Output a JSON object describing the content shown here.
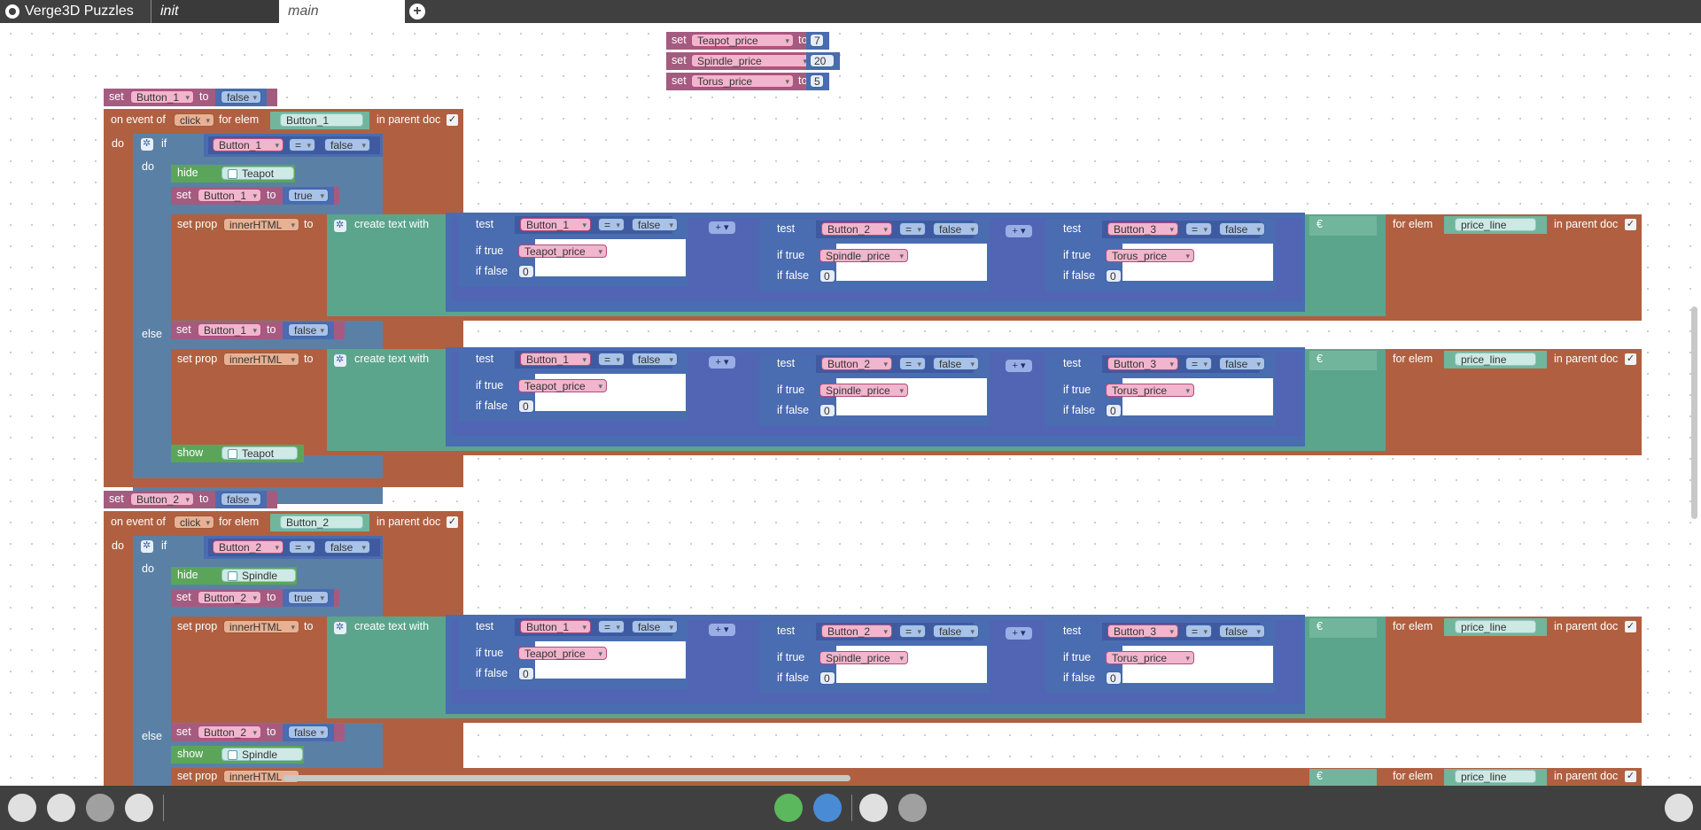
{
  "app": {
    "title": "Verge3D Puzzles",
    "tabs": [
      {
        "label": "init"
      },
      {
        "label": "main"
      }
    ]
  },
  "labels": {
    "set": "set",
    "to": "to",
    "on_event_of": "on event of",
    "for_elem": "for elem",
    "in_parent_doc": "in parent doc",
    "do": "do",
    "else": "else",
    "if": "if",
    "hide": "hide",
    "show": "show",
    "set_prop": "set prop",
    "create_text_with": "create text with",
    "test": "test",
    "if_true": "if true",
    "if_false": "if false",
    "eq": "=",
    "plus": "+",
    "check": "✓"
  },
  "vars": {
    "teapot_price": "Teapot_price",
    "spindle_price": "Spindle_price",
    "torus_price": "Torus_price",
    "button_1": "Button_1",
    "button_2": "Button_2",
    "button_3": "Button_3"
  },
  "values": {
    "v7": "7",
    "v20": "20",
    "v5": "5",
    "false": "false",
    "true": "true",
    "zero": "0"
  },
  "events": {
    "click": "click"
  },
  "strings": {
    "button_1": "Button_1",
    "button_2": "Button_2",
    "price_line": "price_line",
    "euro": "€"
  },
  "props": {
    "inner_html": "innerHTML"
  },
  "objects": {
    "teapot": "Teapot",
    "spindle": "Spindle"
  },
  "colors": {
    "variable": "#a55b80",
    "event": "#b06040",
    "logic": "#5b80a5",
    "text": "#5ba58c",
    "object": "#5ba55b",
    "top_bar": "#404040"
  }
}
